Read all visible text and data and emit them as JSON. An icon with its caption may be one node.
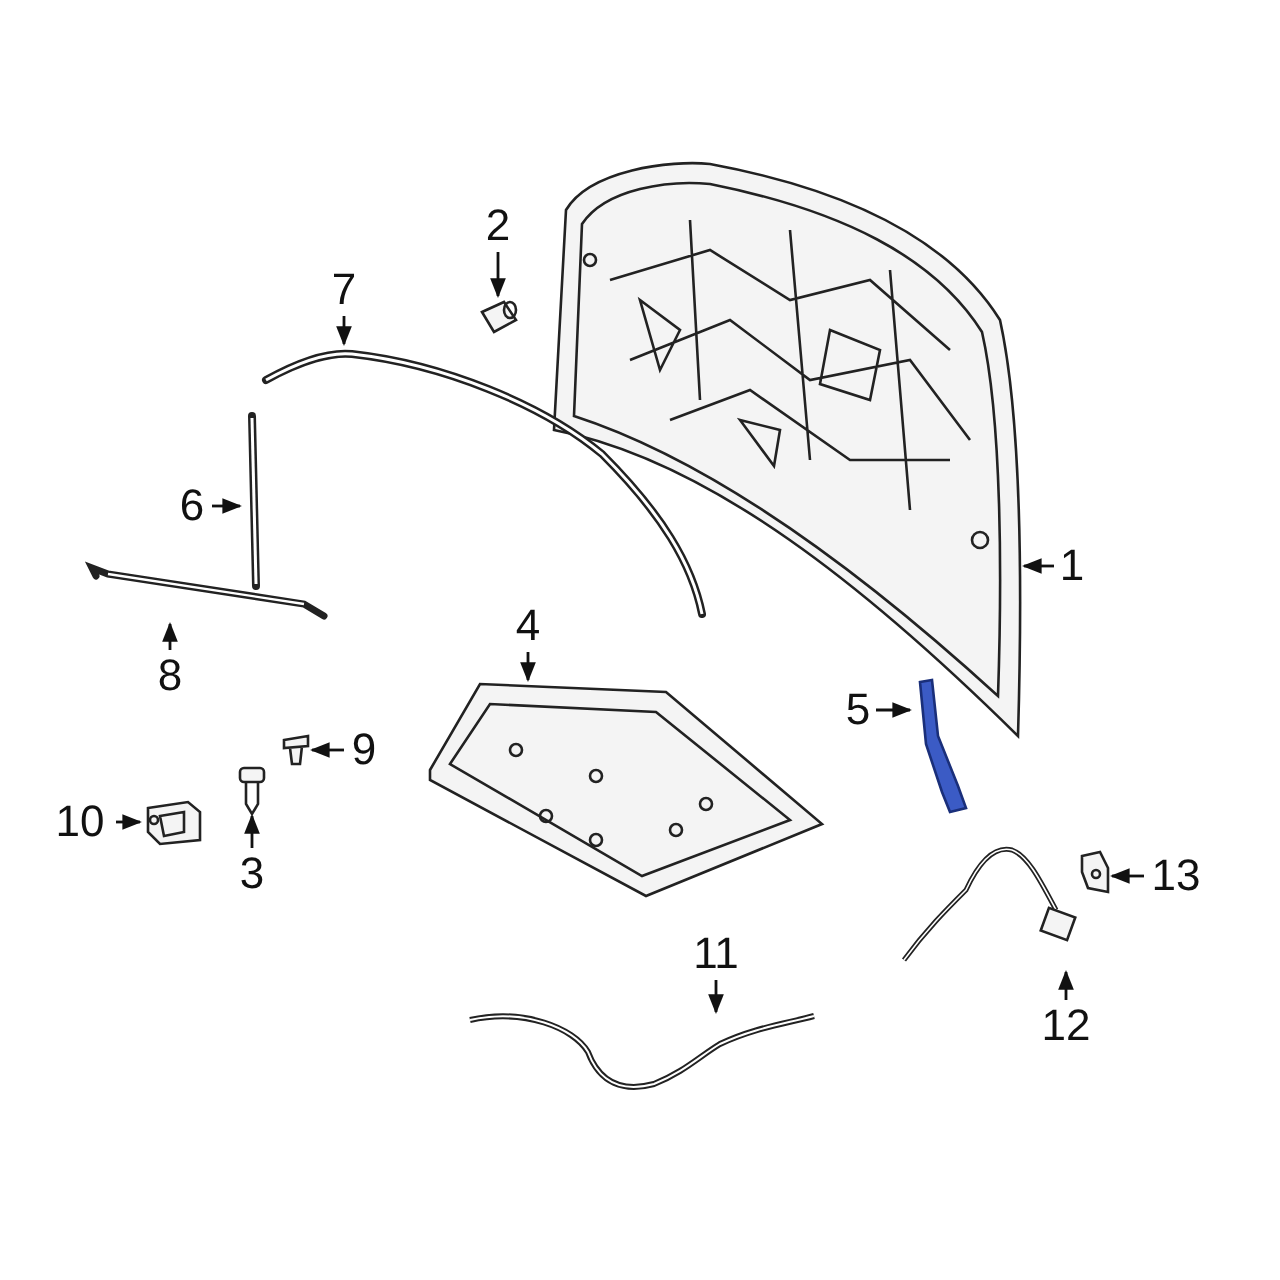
{
  "diagram": {
    "nodes": [
      {
        "text": [
          "1"
        ]
      },
      {
        "text": [
          "2"
        ]
      },
      {
        "text": [
          "3"
        ]
      },
      {
        "text": [
          "4"
        ]
      },
      {
        "text": [
          "5"
        ]
      },
      {
        "text": [
          "6"
        ]
      },
      {
        "text": [
          "7"
        ]
      },
      {
        "text": [
          "8"
        ]
      },
      {
        "text": [
          "9"
        ]
      },
      {
        "text": [
          "10"
        ]
      },
      {
        "text": [
          "11"
        ]
      },
      {
        "text": [
          "12"
        ]
      },
      {
        "text": [
          "13"
        ]
      },
      {
        "text": [],
        "shape": "picture"
      },
      {
        "text": [],
        "shape": "picture"
      },
      {
        "text": [],
        "shape": "picture"
      },
      {
        "text": [],
        "shape": "picture"
      },
      {
        "text": [],
        "shape": "picture"
      },
      {
        "text": [],
        "shape": "picture"
      },
      {
        "text": [],
        "shape": "picture"
      },
      {
        "text": [],
        "shape": "picture"
      },
      {
        "text": [],
        "shape": "picture"
      },
      {
        "text": [],
        "shape": "picture"
      },
      {
        "text": [],
        "shape": "picture"
      },
      {
        "text": [],
        "shape": "picture"
      },
      {
        "text": [],
        "shape": "picture"
      }
    ],
    "edges": [
      {
        "from": 0,
        "to": 13,
        "arrow": "to"
      },
      {
        "from": 1,
        "to": 14,
        "arrow": "to"
      },
      {
        "from": 2,
        "to": 15,
        "arrow": "to"
      },
      {
        "from": 3,
        "to": 16,
        "arrow": "to"
      },
      {
        "from": 4,
        "to": 17,
        "arrow": "to"
      },
      {
        "from": 5,
        "to": 18,
        "arrow": "to"
      },
      {
        "from": 6,
        "to": 19,
        "arrow": "to"
      },
      {
        "from": 7,
        "to": 20,
        "arrow": "to"
      },
      {
        "from": 8,
        "to": 21,
        "arrow": "to"
      },
      {
        "from": 9,
        "to": 22,
        "arrow": "to"
      },
      {
        "from": 10,
        "to": 23,
        "arrow": "to"
      },
      {
        "from": 11,
        "to": 24,
        "arrow": "to"
      },
      {
        "from": 12,
        "to": 25,
        "arrow": "to"
      }
    ]
  }
}
